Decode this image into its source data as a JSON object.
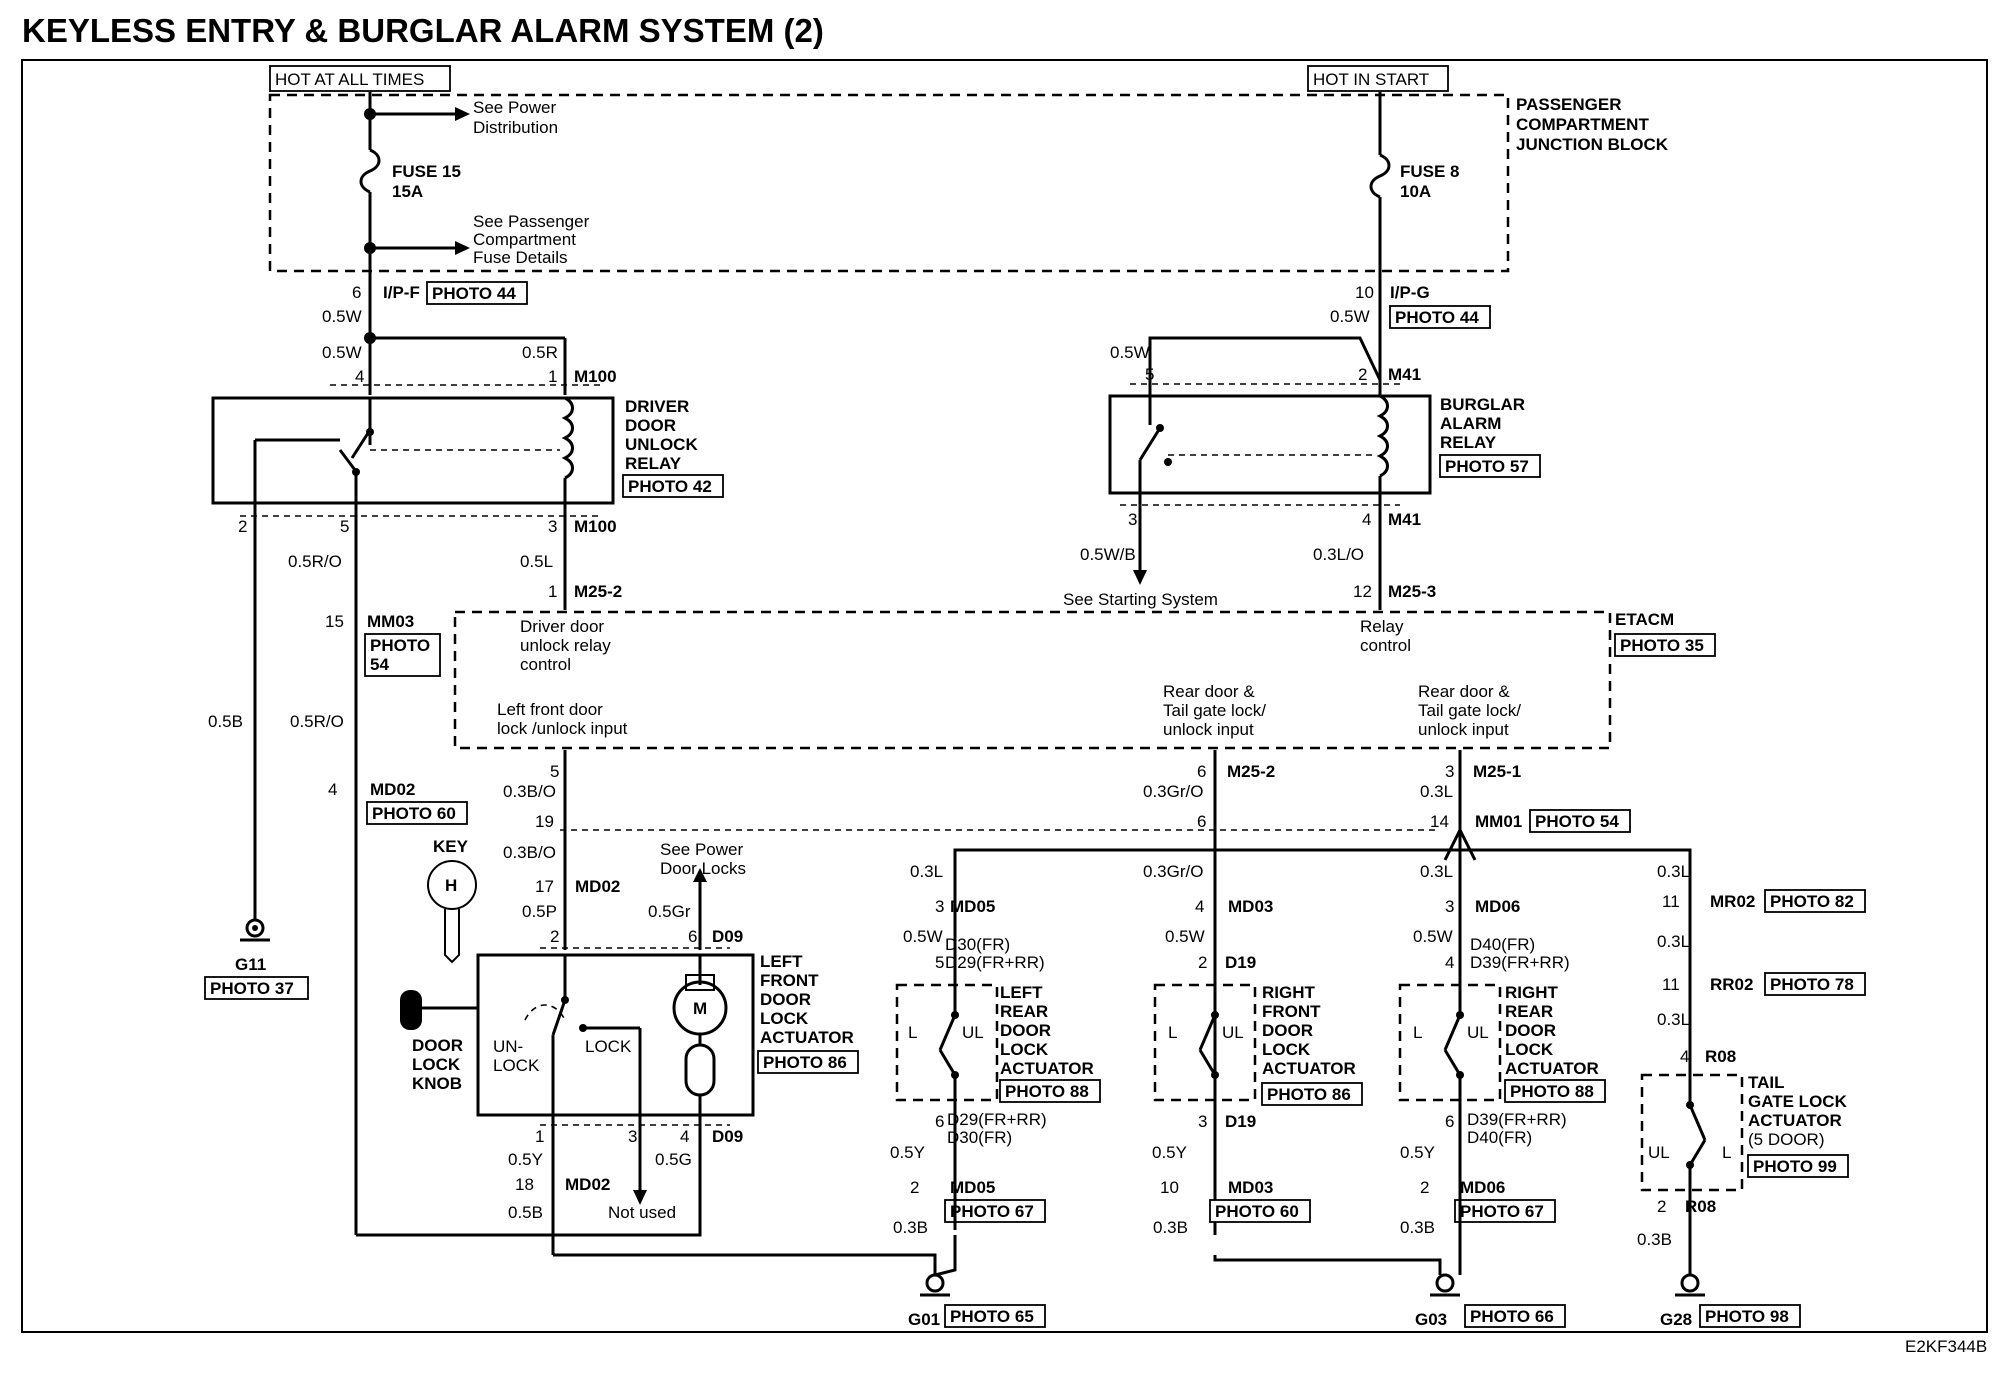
{
  "title": "KEYLESS ENTRY & BURGLAR ALARM SYSTEM (2)",
  "code": "E2KF344B",
  "power": {
    "hot_all": "HOT AT ALL TIMES",
    "hot_start": "HOT IN START",
    "see_power_1": "See Power",
    "see_power_2": "Distribution",
    "fuse15_1": "FUSE 15",
    "fuse15_2": "15A",
    "see_pass_1": "See Passenger",
    "see_pass_2": "Compartment",
    "see_pass_3": "Fuse Details",
    "fuse8_1": "FUSE 8",
    "fuse8_2": "10A",
    "pcjb_1": "PASSENGER",
    "pcjb_2": "COMPARTMENT",
    "pcjb_3": "JUNCTION BLOCK"
  },
  "l": {
    "p6": "6",
    "ipf": "I/P-F",
    "ph44a": "PHOTO 44",
    "w05a": "0.5W",
    "w05b": "0.5W",
    "r05": "0.5R",
    "p4": "4",
    "p1": "1",
    "m100a": "M100",
    "ddur1": "DRIVER",
    "ddur2": "DOOR",
    "ddur3": "UNLOCK",
    "ddur4": "RELAY",
    "ph42": "PHOTO 42",
    "p2": "2",
    "p5": "5",
    "p3": "3",
    "m100b": "M100",
    "ro05a": "0.5R/O",
    "l05": "0.5L",
    "p1b": "1",
    "m252a": "M25-2",
    "p15": "15",
    "mm03": "MM03",
    "ph54a1": "PHOTO",
    "ph54a2": "54",
    "b05": "0.5B",
    "ro05b": "0.5R/O",
    "p4b": "4",
    "md02a": "MD02",
    "ph60a": "PHOTO 60",
    "g11": "G11",
    "ph37": "PHOTO 37"
  },
  "r": {
    "p10": "10",
    "ipg": "I/P-G",
    "w05c": "0.5W",
    "ph44b": "PHOTO 44",
    "w05d": "0.5W",
    "p5": "5",
    "p2": "2",
    "m41a": "M41",
    "bar1": "BURGLAR",
    "bar2": "ALARM",
    "bar3": "RELAY",
    "ph57": "PHOTO 57",
    "p3": "3",
    "p4": "4",
    "m41b": "M41",
    "wb05": "0.5W/B",
    "lo03": "0.3L/O",
    "see_start": "See Starting System",
    "p12": "12",
    "m253": "M25-3"
  },
  "etacm": {
    "name": "ETACM",
    "photo": "PHOTO 35",
    "ddurc1": "Driver door",
    "ddurc2": "unlock relay",
    "ddurc3": "control",
    "relay1": "Relay",
    "relay2": "control",
    "lfd1": "Left front door",
    "lfd2": "lock /unlock input",
    "rd1a": "Rear door &",
    "rd1b": "Tail gate lock/",
    "rd1c": "unlock input",
    "rd2a": "Rear door &",
    "rd2b": "Tail gate lock/",
    "rd2c": "unlock input"
  },
  "bottom": {
    "p5": "5",
    "bo03a": "0.3B/O",
    "p19": "19",
    "bo03b": "0.3B/O",
    "p6a": "6",
    "m252b": "M25-2",
    "gro03a": "0.3Gr/O",
    "p6b": "6",
    "p3a": "3",
    "m251": "M25-1",
    "l03a": "0.3L",
    "p14": "14",
    "mm01": "MM01",
    "ph54b": "PHOTO 54",
    "key": "KEY",
    "key_h": "H",
    "p17": "17",
    "md02b": "MD02",
    "p05": "0.5P",
    "p2": "2",
    "seepdl1": "See Power",
    "seepdl2": "Door Locks",
    "gr05": "0.5Gr",
    "p6c": "6",
    "d09a": "D09",
    "lfdla1": "LEFT",
    "lfdla2": "FRONT",
    "lfdla3": "DOOR",
    "lfdla4": "LOCK",
    "lfdla5": "ACTUATOR",
    "ph86a": "PHOTO 86",
    "motor": "M",
    "dlk1": "DOOR",
    "dlk2": "LOCK",
    "dlk3": "KNOB",
    "unlock1": "UN-",
    "unlock2": "LOCK",
    "lock": "LOCK",
    "p1": "1",
    "p3": "3",
    "p4": "4",
    "d09b": "D09",
    "y05": "0.5Y",
    "g05": "0.5G",
    "p18": "18",
    "md02c": "MD02",
    "b05": "0.5B",
    "notused": "Not used"
  },
  "act1": {
    "l03": "0.3L",
    "p3": "3",
    "md05a": "MD05",
    "w05": "0.5W",
    "d30": "D30(FR)",
    "d29": "D29(FR+RR)",
    "p5": "5",
    "n1": "LEFT",
    "n2": "REAR",
    "n3": "DOOR",
    "n4": "LOCK",
    "n5": "ACTUATOR",
    "ph": "PHOTO 88",
    "L": "L",
    "UL": "UL",
    "p6": "6",
    "d29b": "D29(FR+RR)",
    "d30b": "D30(FR)",
    "y05": "0.5Y",
    "p2": "2",
    "md05b": "MD05",
    "ph67": "PHOTO 67",
    "b03": "0.3B"
  },
  "act2": {
    "gro03": "0.3Gr/O",
    "p4": "4",
    "md03a": "MD03",
    "w05": "0.5W",
    "p2": "2",
    "d19a": "D19",
    "n1": "RIGHT",
    "n2": "FRONT",
    "n3": "DOOR",
    "n4": "LOCK",
    "n5": "ACTUATOR",
    "ph": "PHOTO 86",
    "L": "L",
    "UL": "UL",
    "p3": "3",
    "d19b": "D19",
    "y05": "0.5Y",
    "p10": "10",
    "md03b": "MD03",
    "ph60": "PHOTO 60",
    "b03": "0.3B"
  },
  "act3": {
    "l03": "0.3L",
    "p3": "3",
    "md06a": "MD06",
    "w05": "0.5W",
    "d40": "D40(FR)",
    "d39": "D39(FR+RR)",
    "p4": "4",
    "n1": "RIGHT",
    "n2": "REAR",
    "n3": "DOOR",
    "n4": "LOCK",
    "n5": "ACTUATOR",
    "ph": "PHOTO 88",
    "L": "L",
    "UL": "UL",
    "p6": "6",
    "d39b": "D39(FR+RR)",
    "d40b": "D40(FR)",
    "y05": "0.5Y",
    "p2": "2",
    "md06b": "MD06",
    "ph67": "PHOTO 67",
    "b03": "0.3B"
  },
  "act4": {
    "l03a": "0.3L",
    "p11a": "11",
    "mr02": "MR02",
    "ph82": "PHOTO 82",
    "l03b": "0.3L",
    "p11b": "11",
    "rr02": "RR02",
    "ph78": "PHOTO 78",
    "l03c": "0.3L",
    "p4": "4",
    "r08a": "R08",
    "n1": "TAIL",
    "n2": "GATE LOCK",
    "n3": "ACTUATOR",
    "n4": "(5 DOOR)",
    "ph99": "PHOTO 99",
    "UL": "UL",
    "L": "L",
    "p2": "2",
    "r08b": "R08",
    "b03": "0.3B"
  },
  "grounds": {
    "g01": "G01",
    "ph65": "PHOTO 65",
    "g03": "G03",
    "ph66": "PHOTO 66",
    "g28": "G28",
    "ph98": "PHOTO 98"
  }
}
